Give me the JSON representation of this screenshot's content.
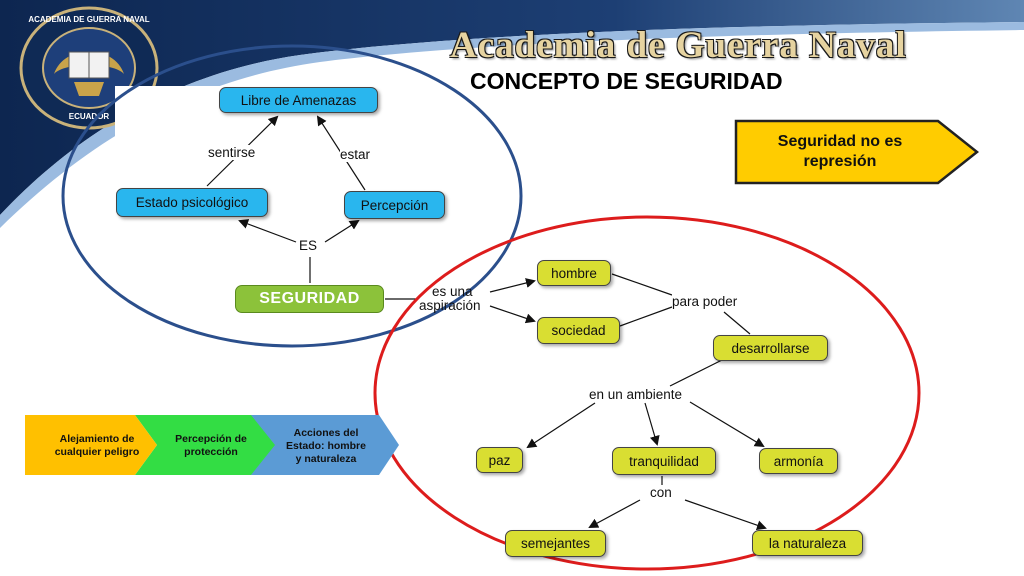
{
  "header": {
    "title": "Academia de Guerra Naval",
    "subtitle": "CONCEPTO DE SEGURIDAD"
  },
  "logo": {
    "ring_text_top": "ACADEMIA DE GUERRA NAVAL",
    "ring_text_bottom": "ECUADOR"
  },
  "callout": {
    "text_line1": "Seguridad no es",
    "text_line2": "represión",
    "fill": "#ffcc00"
  },
  "concept_map_top": {
    "nodes": {
      "libre": "Libre de Amenazas",
      "estado": "Estado psicológico",
      "percepcion": "Percepción",
      "seguridad": "SEGURIDAD"
    },
    "links": {
      "sentirse": "sentirse",
      "estar": "estar",
      "es": "ES"
    }
  },
  "concept_map_bottom": {
    "nodes": {
      "hombre": "hombre",
      "sociedad": "sociedad",
      "desarrollarse": "desarrollarse",
      "paz": "paz",
      "tranquilidad": "tranquilidad",
      "armonia": "armonía",
      "semejantes": "semejantes",
      "naturaleza": "la naturaleza"
    },
    "links": {
      "aspiracion_line1": "es una",
      "aspiracion_line2": "aspiración",
      "para_poder": "para poder",
      "ambiente": "en un ambiente",
      "con": "con"
    }
  },
  "process_chevrons": [
    {
      "line1": "Alejamiento de",
      "line2": "cualquier peligro",
      "line3": "",
      "color": "#ffc000"
    },
    {
      "line1": "Percepción de",
      "line2": "protección",
      "line3": "",
      "color": "#33dd44"
    },
    {
      "line1": "Acciones del",
      "line2": "Estado: hombre",
      "line3": "y naturaleza",
      "color": "#5b9bd5"
    }
  ],
  "colors": {
    "circle_blue": "#2b4f8c",
    "circle_red": "#dd1c1c",
    "node_blue": "#29b6ee",
    "node_yellow": "#d9de32",
    "node_green": "#8cc23a"
  }
}
